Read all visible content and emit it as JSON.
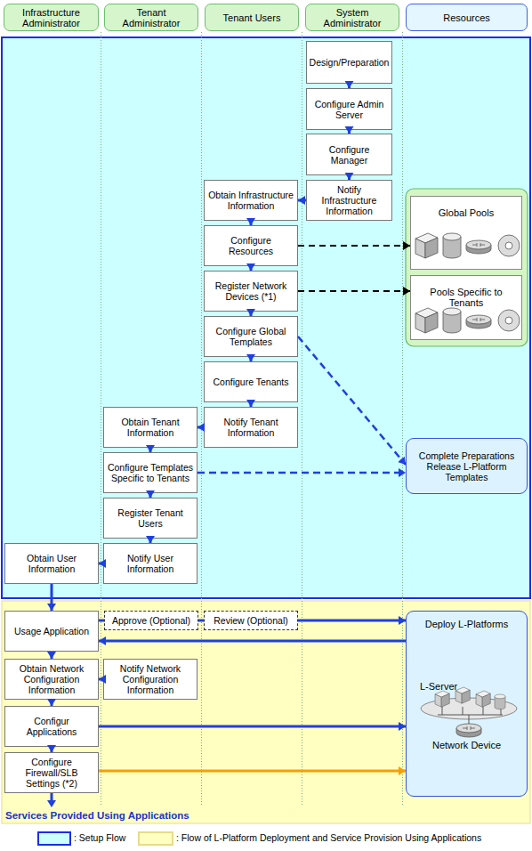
{
  "diagram": {
    "nodes": [
      {
        "text": [
          "Infrastructure Administrator"
        ]
      },
      {
        "text": [
          "Tenant Administrator"
        ]
      },
      {
        "text": [
          "Tenant Users"
        ]
      },
      {
        "text": [
          "System Administrator"
        ]
      },
      {
        "text": [
          "Resources"
        ]
      },
      {
        "text": [
          "Design/Preparation"
        ]
      },
      {
        "text": [
          "Configure Admin Server"
        ]
      },
      {
        "text": [
          "Configure Manager"
        ]
      },
      {
        "text": [
          "Obtain Infrastructure Information"
        ]
      },
      {
        "text": [
          "Notify Infrastructure Information"
        ]
      },
      {
        "text": [
          "Global Pools"
        ]
      },
      {
        "text": [
          "Configure Resources"
        ]
      },
      {
        "text": [
          "Register Network Devices (*1)"
        ]
      },
      {
        "text": [
          "Pools Specific to Tenants"
        ]
      },
      {
        "text": [
          "Configure Global Templates"
        ]
      },
      {
        "text": [
          "Configure Tenants"
        ]
      },
      {
        "text": [
          "Obtain Tenant Information"
        ]
      },
      {
        "text": [
          "Notify Tenant Information"
        ]
      },
      {
        "text": [
          "Configure Templates Specific to Tenants"
        ]
      },
      {
        "text": [
          "Complete Preparations Release L-Platform Templates"
        ]
      },
      {
        "text": [
          "Register Tenant Users"
        ]
      },
      {
        "text": [
          "Obtain User Information"
        ]
      },
      {
        "text": [
          "Notify User Information"
        ]
      },
      {
        "text": [
          "Usage Application"
        ]
      },
      {
        "text": [
          "Approve (Optional)"
        ]
      },
      {
        "text": [
          "Review (Optional)"
        ]
      },
      {
        "text": [
          "Deploy L-Platforms",
          "L-Server",
          "Network Device"
        ]
      },
      {
        "text": [
          "Obtain Network Configuration Information"
        ]
      },
      {
        "text": [
          "Notify Network Configuration Information"
        ]
      },
      {
        "text": [
          "Configur Applications"
        ]
      },
      {
        "text": [
          "Configure Firewall/SLB Settings (*2)"
        ]
      }
    ],
    "edges": [
      {
        "from": 5,
        "to": 6,
        "arrow": "to"
      },
      {
        "from": 6,
        "to": 7,
        "arrow": "to"
      },
      {
        "from": 7,
        "to": 9,
        "arrow": "to"
      },
      {
        "from": 9,
        "to": 8,
        "arrow": "to"
      },
      {
        "from": 8,
        "to": 11,
        "arrow": "to"
      },
      {
        "from": 11,
        "to": 12,
        "arrow": "to"
      },
      {
        "from": 12,
        "to": 14,
        "arrow": "to"
      },
      {
        "from": 14,
        "to": 15,
        "arrow": "to"
      },
      {
        "from": 15,
        "to": 17,
        "arrow": "to"
      },
      {
        "from": 17,
        "to": 16,
        "arrow": "to"
      },
      {
        "from": 16,
        "to": 18,
        "arrow": "to"
      },
      {
        "from": 18,
        "to": 20,
        "arrow": "to"
      },
      {
        "from": 20,
        "to": 22,
        "arrow": "to"
      },
      {
        "from": 22,
        "to": 21,
        "arrow": "to"
      },
      {
        "from": 11,
        "to": 10,
        "arrow": "to"
      },
      {
        "from": 12,
        "to": 13,
        "arrow": "to"
      },
      {
        "from": 14,
        "to": 19,
        "arrow": "to"
      },
      {
        "from": 18,
        "to": 19,
        "arrow": "to"
      },
      {
        "from": 21,
        "to": 23,
        "arrow": "to"
      },
      {
        "from": 23,
        "to": 24,
        "arrow": "none"
      },
      {
        "from": 24,
        "to": 25,
        "arrow": "none"
      },
      {
        "from": 25,
        "to": 26,
        "arrow": "to"
      },
      {
        "from": 26,
        "to": 23,
        "arrow": "to"
      },
      {
        "from": 23,
        "to": 27,
        "arrow": "to"
      },
      {
        "from": 28,
        "to": 27,
        "arrow": "to"
      },
      {
        "from": 27,
        "to": 29,
        "arrow": "to"
      },
      {
        "from": 29,
        "to": 26,
        "arrow": "to"
      },
      {
        "from": 29,
        "to": 30,
        "arrow": "to"
      },
      {
        "from": 30,
        "to": 26,
        "arrow": "to"
      }
    ],
    "labels": [
      "Services Provided Using Applications"
    ],
    "legend": [
      {
        "text": ": Setup Flow",
        "color": "#ccffff"
      },
      {
        "text": ": Flow of L-Platform Deployment and Service Provision Using Applications",
        "color": "#ffffc2"
      }
    ]
  }
}
